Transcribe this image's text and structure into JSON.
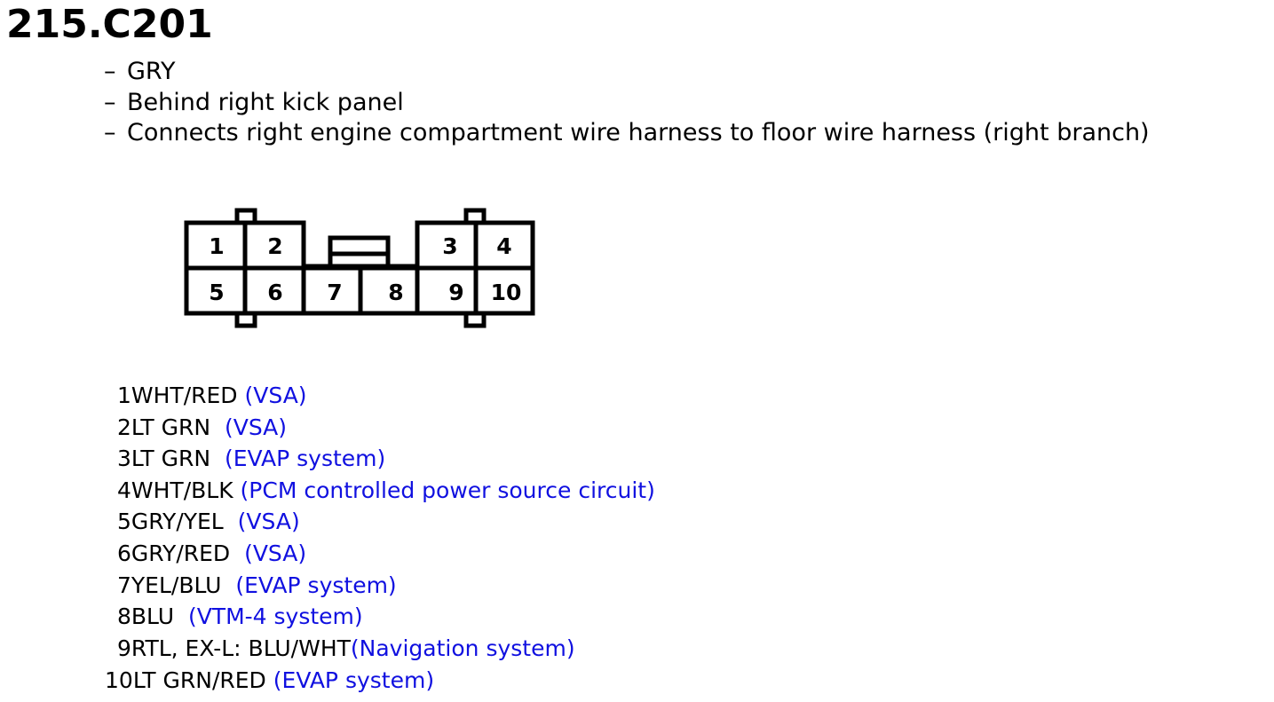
{
  "connector": {
    "title": "215.C201",
    "notes": [
      "GRY",
      "Behind right kick panel",
      "Connects right engine compartment wire harness to floor wire harness (right branch)"
    ],
    "dash": "–"
  },
  "diagram": {
    "cavities": [
      "1",
      "2",
      "3",
      "4",
      "5",
      "6",
      "7",
      "8",
      "9",
      "10"
    ]
  },
  "pins": [
    {
      "num": "1",
      "wire": "WHT/RED",
      "desc": "(VSA)"
    },
    {
      "num": "2",
      "wire": "LT GRN",
      "desc": "(VSA)"
    },
    {
      "num": "3",
      "wire": "LT GRN",
      "desc": "(EVAP system)"
    },
    {
      "num": "4",
      "wire": "WHT/BLK",
      "desc": "(PCM controlled power source circuit)"
    },
    {
      "num": "5",
      "wire": "GRY/YEL",
      "desc": "(VSA)"
    },
    {
      "num": "6",
      "wire": "GRY/RED",
      "desc": "(VSA)"
    },
    {
      "num": "7",
      "wire": "YEL/BLU",
      "desc": "(EVAP system)"
    },
    {
      "num": "8",
      "wire": "BLU",
      "desc": "(VTM-4 system)"
    },
    {
      "num": "9",
      "wire": "RTL, EX-L: BLU/WHT",
      "desc": "(Navigation system)"
    },
    {
      "num": "10",
      "wire": "LT GRN/RED",
      "desc": "(EVAP system)"
    }
  ]
}
